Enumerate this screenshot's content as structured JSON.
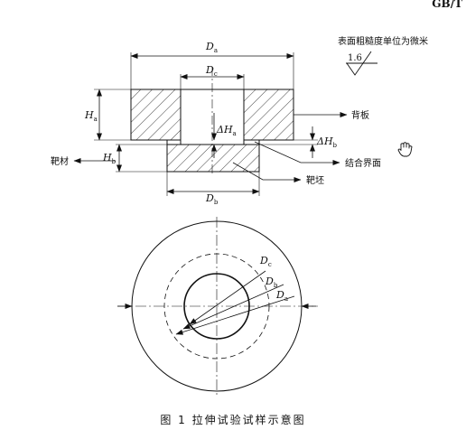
{
  "header": {
    "standard_code": "GB/T"
  },
  "roughness_note": {
    "text": "表面粗糙度单位为微米",
    "value": "1.6"
  },
  "top_view_labels": {
    "Da": "D",
    "Da_sub": "a",
    "Dc": "D",
    "Dc_sub": "c",
    "Db": "D",
    "Db_sub": "b",
    "Ha": "H",
    "Ha_sub": "a",
    "Hb": "H",
    "Hb_sub": "b",
    "dHa": "ΔH",
    "dHa_sub": "a",
    "dHb": "ΔH",
    "dHb_sub": "b"
  },
  "callouts": {
    "backing_plate": "背板",
    "target": "靶材",
    "bond_interface": "结合界面",
    "target_blank": "靶坯"
  },
  "bottom_view_labels": {
    "Dc": "D",
    "Dc_sub": "c",
    "Db": "D",
    "Db_sub": "b",
    "Da": "D",
    "Da_sub": "a"
  },
  "caption": {
    "text": "图 1   拉伸试验试样示意图"
  },
  "colors": {
    "line": "#111111",
    "background": "#ffffff"
  },
  "icons": {
    "cursor": "hand-pointer-icon"
  }
}
